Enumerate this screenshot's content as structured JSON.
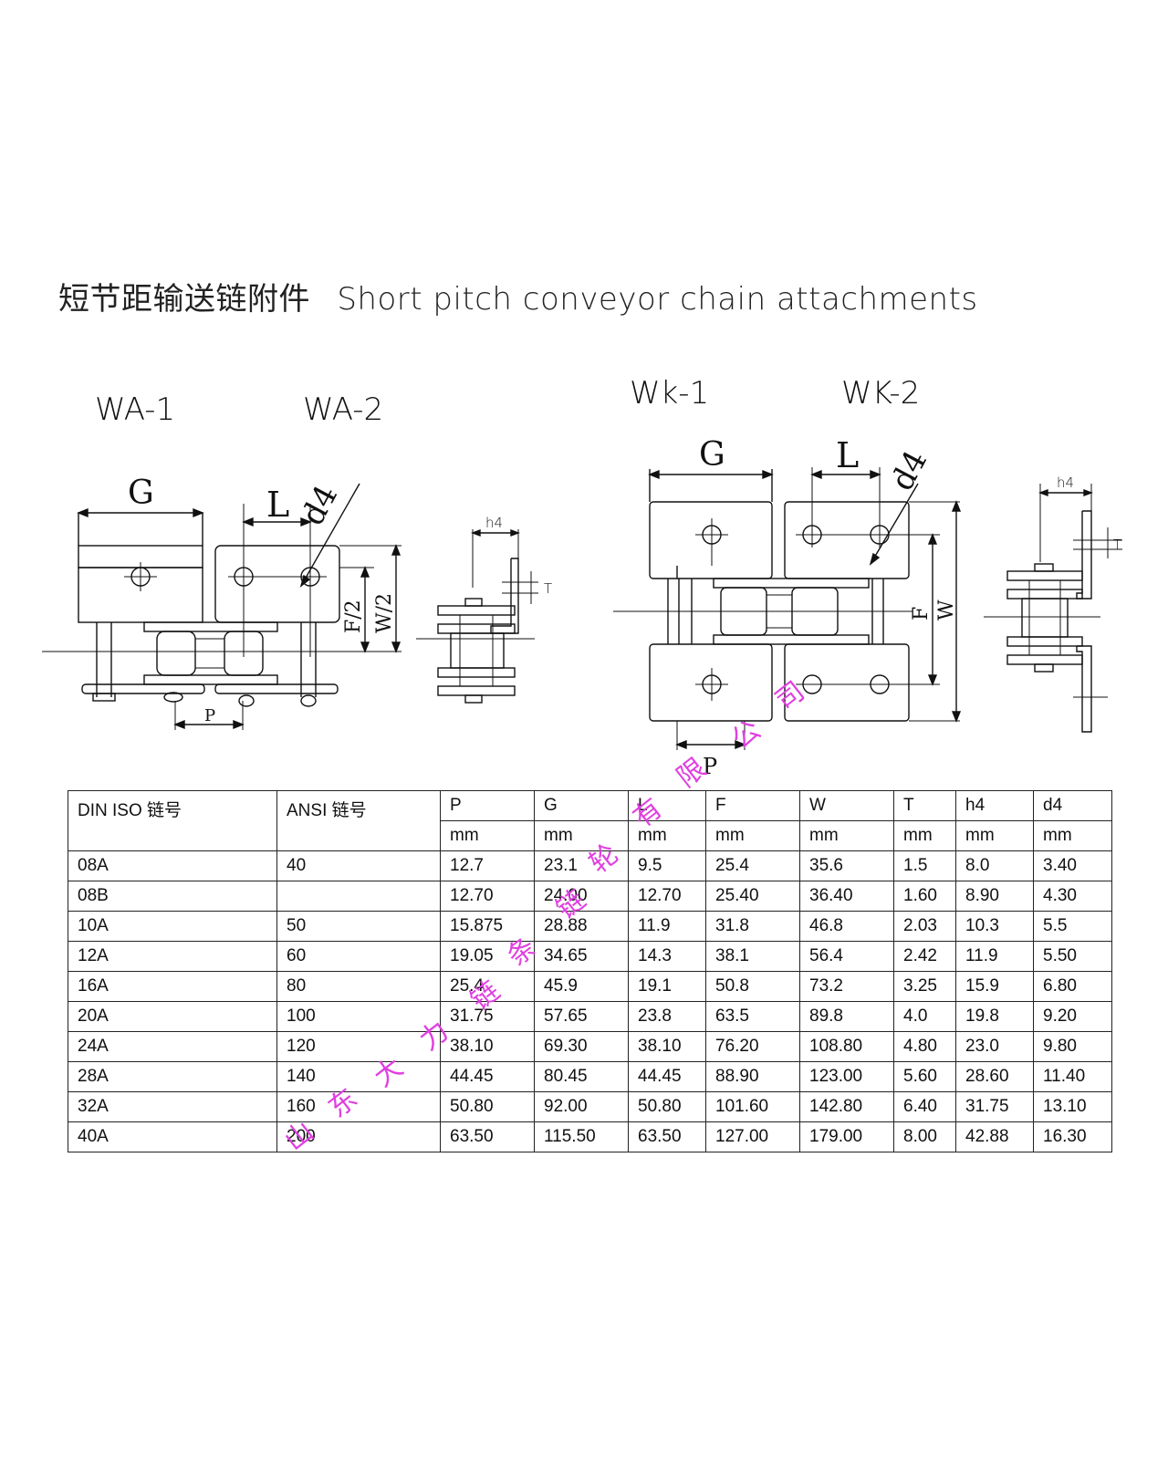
{
  "title": {
    "zh": "短节距输送链附件",
    "en": "Short  pitch conveyor chain  attachments"
  },
  "diagram_labels": {
    "wa1": "WA-1",
    "wa2": "WA-2",
    "wk1": "Wk-1",
    "wk2": "WK-2",
    "g": "G",
    "l": "L",
    "d4": "d4",
    "p": "P",
    "f2": "F/2",
    "w2": "W/2",
    "h4": "h4",
    "t": "T",
    "f": "F",
    "w": "W"
  },
  "table": {
    "headers": [
      "DIN ISO  链号",
      "ANSI  链号",
      "P",
      "G",
      "L",
      "F",
      "W",
      "T",
      "h4",
      "d4"
    ],
    "units": [
      "mm",
      "mm",
      "mm",
      "mm",
      "mm",
      "mm",
      "mm",
      "mm"
    ],
    "rows": [
      [
        "08A",
        "40",
        "12.7",
        "23.1",
        "9.5",
        "25.4",
        "35.6",
        "1.5",
        "8.0",
        "3.40"
      ],
      [
        "08B",
        "",
        "12.70",
        "24.00",
        "12.70",
        "25.40",
        "36.40",
        "1.60",
        "8.90",
        "4.30"
      ],
      [
        "10A",
        "50",
        "15.875",
        "28.88",
        "11.9",
        "31.8",
        "46.8",
        "2.03",
        "10.3",
        "5.5"
      ],
      [
        "12A",
        "60",
        "19.05",
        "34.65",
        "14.3",
        "38.1",
        "56.4",
        "2.42",
        "11.9",
        "5.50"
      ],
      [
        "16A",
        "80",
        "25.4",
        "45.9",
        "19.1",
        "50.8",
        "73.2",
        "3.25",
        "15.9",
        "6.80"
      ],
      [
        "20A",
        "100",
        "31.75",
        "57.65",
        "23.8",
        "63.5",
        "89.8",
        "4.0",
        "19.8",
        "9.20"
      ],
      [
        "24A",
        "120",
        "38.10",
        "69.30",
        "38.10",
        "76.20",
        "108.80",
        "4.80",
        "23.0",
        "9.80"
      ],
      [
        "28A",
        "140",
        "44.45",
        "80.45",
        "44.45",
        "88.90",
        "123.00",
        "5.60",
        "28.60",
        "11.40"
      ],
      [
        "32A",
        "160",
        "50.80",
        "92.00",
        "50.80",
        "101.60",
        "142.80",
        "6.40",
        "31.75",
        "13.10"
      ],
      [
        "40A",
        "200",
        "63.50",
        "115.50",
        "63.50",
        "127.00",
        "179.00",
        "8.00",
        "42.88",
        "16.30"
      ]
    ]
  },
  "watermark": {
    "chars": [
      "山",
      "东",
      "大",
      "力",
      "链",
      "条",
      "链",
      "轮",
      "有",
      "限",
      "公",
      "司"
    ],
    "color": "#e040e0"
  }
}
